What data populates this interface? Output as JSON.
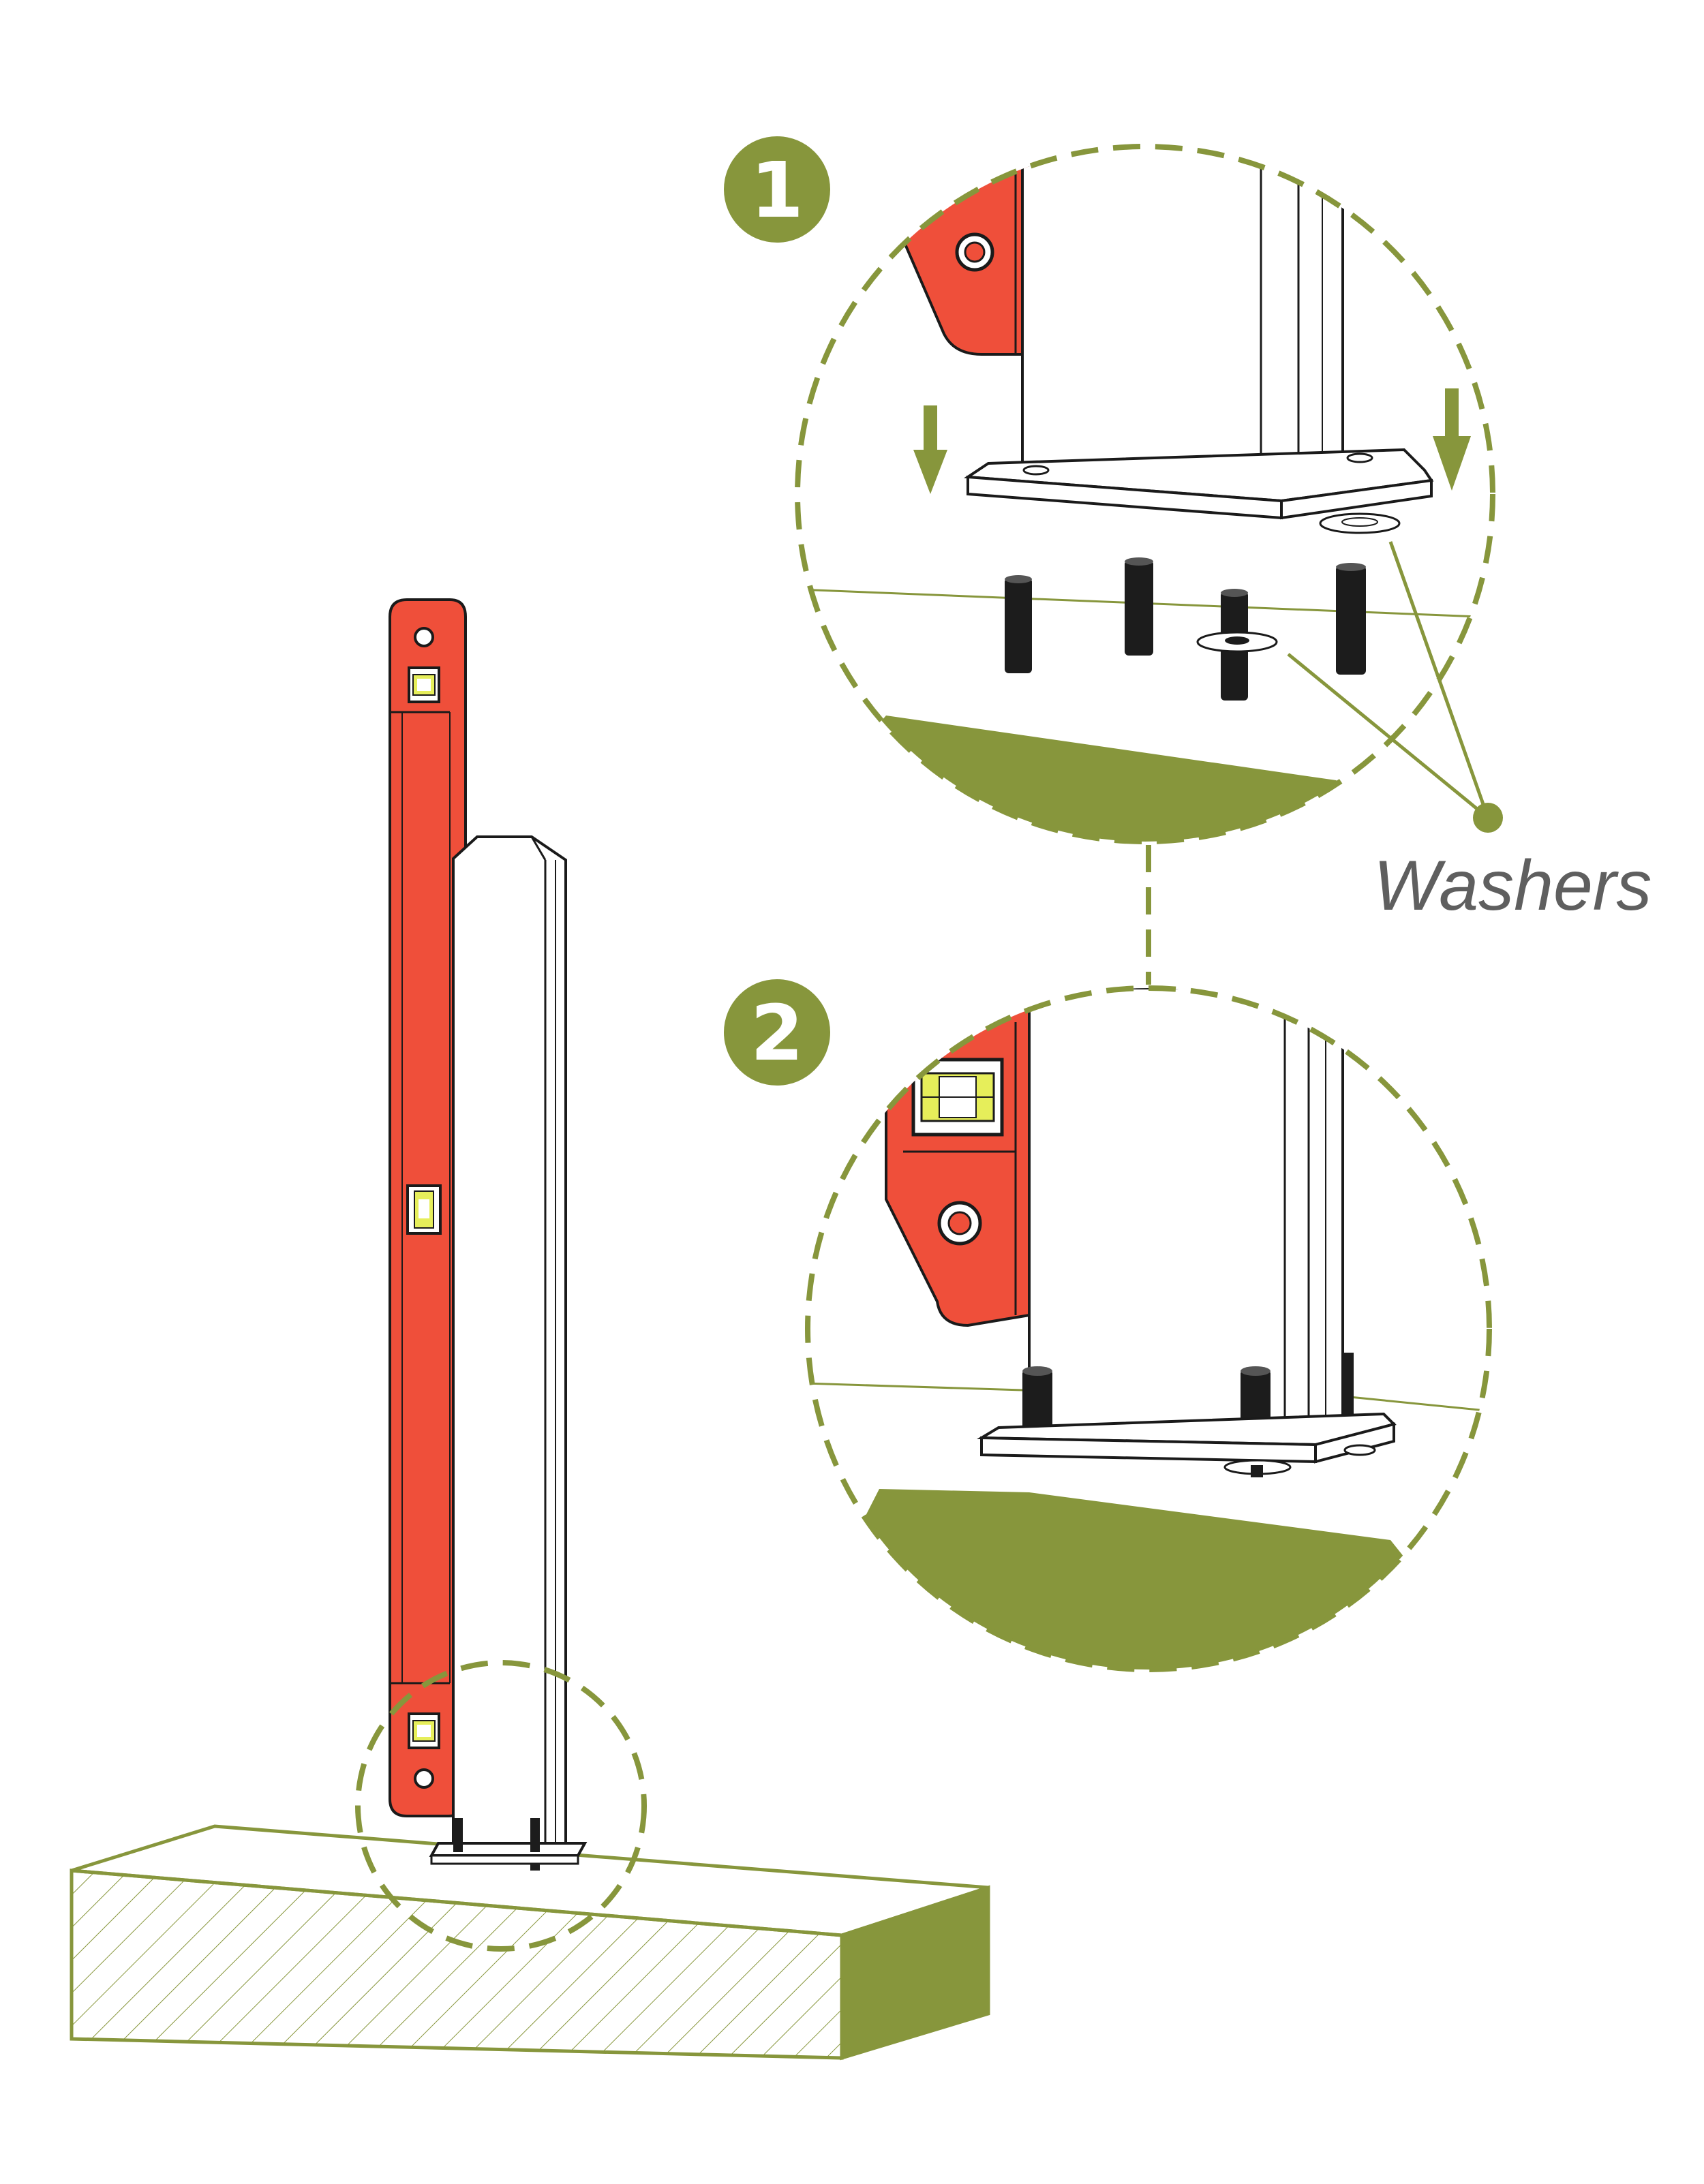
{
  "steps": [
    {
      "number": "1"
    },
    {
      "number": "2"
    }
  ],
  "callout": {
    "label": "Washers"
  },
  "colors": {
    "accent_green": "#87963c",
    "level_red": "#ef4f3a",
    "bubble_yellow": "#e6ee5a",
    "outline": "#1a1a1a",
    "bolt": "#1c1c1c",
    "label_gray": "#5f5f5f"
  },
  "icons": {
    "step_badge": "filled-circle-number",
    "direction": "down-arrow-icon",
    "leader_end": "dot-icon"
  }
}
